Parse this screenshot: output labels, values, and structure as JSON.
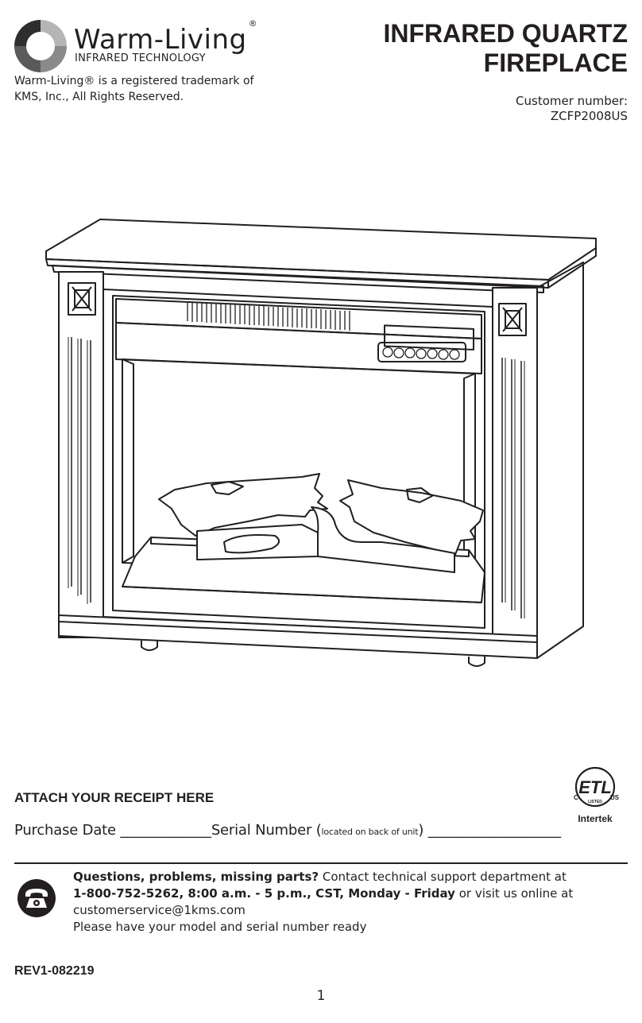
{
  "header": {
    "brand_name": "Warm-Living",
    "brand_reg": "®",
    "brand_tagline": "INFRARED TECHNOLOGY",
    "trademark_line1": "Warm-Living® is a registered trademark of",
    "trademark_line2": "KMS, Inc., All Rights Reserved.",
    "title_line1": "INFRARED QUARTZ",
    "title_line2": "FIREPLACE",
    "customer_label": "Customer number:",
    "customer_number": "ZCFP2008US"
  },
  "illustration": {
    "subject": "fireplace-illustration"
  },
  "certification": {
    "mark_text": "ETL",
    "left_letter": "C",
    "right_letters": "US",
    "listed": "LISTED",
    "company": "Intertek"
  },
  "receipt": {
    "heading": "ATTACH YOUR RECEIPT HERE",
    "purchase_date_label": "Purchase Date",
    "serial_label": "Serial Number",
    "serial_note": "located on back of unit"
  },
  "support": {
    "bold_intro": "Questions, problems, missing parts?",
    "intro_rest": " Contact technical support department at",
    "bold_phone": "1-800-752-5262, 8:00 a.m. - 5 p.m., CST, Monday - Friday",
    "phone_rest": " or visit us online at",
    "email": "customerservice@1kms.com",
    "note": "Please have your model and serial number ready"
  },
  "footer": {
    "revision": "REV1-082219",
    "page_number": "1"
  },
  "colors": {
    "ink": "#231f20",
    "logo_gray_light": "#b5b5b5",
    "logo_gray_mid": "#8a8a8a",
    "logo_gray_dark": "#3c3c3c"
  }
}
